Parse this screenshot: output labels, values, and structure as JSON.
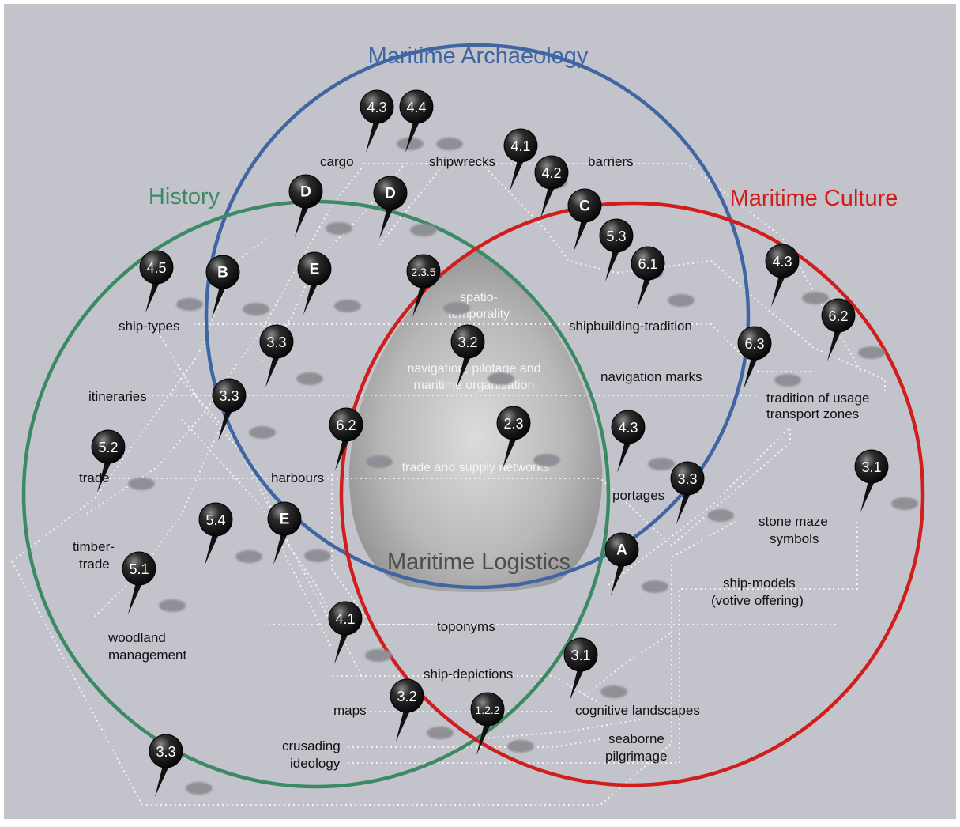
{
  "titles": {
    "archaeology": "Maritime Archaeology",
    "history": "History",
    "culture": "Maritime Culture",
    "logistics": "Maritime Logistics"
  },
  "colors": {
    "background": "#c3c4cb",
    "archaeology": "#3f66a3",
    "history": "#3b8a63",
    "culture": "#cf1e1c",
    "logistics_text": "#4d4d4d"
  },
  "labels": {
    "cargo": "cargo",
    "shipwrecks": "shipwrecks",
    "barriers": "barriers",
    "ship_types": "ship-types",
    "shipbuilding_tradition": "shipbuilding-tradition",
    "navigation_marks": "navigation marks",
    "itineraries": "itineraries",
    "tradition_of_usage": "tradition of usage",
    "transport_zones": "transport zones",
    "trade": "trade",
    "harbours": "harbours",
    "portages": "portages",
    "stone_maze": "stone maze",
    "symbols": "symbols",
    "timber": "timber-",
    "timber_trade": "trade",
    "ship_models": "ship-models",
    "votive_offering": "(votive offering)",
    "woodland": "woodland",
    "management": "management",
    "toponyms": "toponyms",
    "ship_depictions": "ship-depictions",
    "maps": "maps",
    "cognitive_landscapes": "cognitive landscapes",
    "crusading": "crusading",
    "ideology": "ideology",
    "seaborne": "seaborne",
    "pilgrimage": "pilgrimage"
  },
  "center_labels": {
    "spatio": "spatio-",
    "temporality": "temporality",
    "navigation": "navigation, pilotage and",
    "organisation": "maritime organisation",
    "trade_supply": "trade and supply networks"
  },
  "pins": [
    {
      "id": "pin-4-3-top",
      "label": "4.3"
    },
    {
      "id": "pin-4-4",
      "label": "4.4"
    },
    {
      "id": "pin-4-1-top",
      "label": "4.1"
    },
    {
      "id": "pin-4-2",
      "label": "4.2"
    },
    {
      "id": "pin-d-left",
      "label": "D"
    },
    {
      "id": "pin-d-right",
      "label": "D"
    },
    {
      "id": "pin-c",
      "label": "C"
    },
    {
      "id": "pin-5-3",
      "label": "5.3"
    },
    {
      "id": "pin-6-1",
      "label": "6.1"
    },
    {
      "id": "pin-4-3-right",
      "label": "4.3"
    },
    {
      "id": "pin-6-2-right",
      "label": "6.2"
    },
    {
      "id": "pin-4-5",
      "label": "4.5"
    },
    {
      "id": "pin-b",
      "label": "B"
    },
    {
      "id": "pin-e-top",
      "label": "E"
    },
    {
      "id": "pin-2-3-5",
      "label": "2.3.5"
    },
    {
      "id": "pin-3-3-a",
      "label": "3.3"
    },
    {
      "id": "pin-3-2-center",
      "label": "3.2"
    },
    {
      "id": "pin-6-3",
      "label": "6.3"
    },
    {
      "id": "pin-3-3-b",
      "label": "3.3"
    },
    {
      "id": "pin-6-2-center",
      "label": "6.2"
    },
    {
      "id": "pin-2-3",
      "label": "2.3"
    },
    {
      "id": "pin-4-3-mid",
      "label": "4.3"
    },
    {
      "id": "pin-5-2",
      "label": "5.2"
    },
    {
      "id": "pin-3-3-c",
      "label": "3.3"
    },
    {
      "id": "pin-3-1-right",
      "label": "3.1"
    },
    {
      "id": "pin-5-4",
      "label": "5.4"
    },
    {
      "id": "pin-e-bottom",
      "label": "E"
    },
    {
      "id": "pin-a",
      "label": "A"
    },
    {
      "id": "pin-5-1",
      "label": "5.1"
    },
    {
      "id": "pin-4-1-bottom",
      "label": "4.1"
    },
    {
      "id": "pin-3-1-bottom",
      "label": "3.1"
    },
    {
      "id": "pin-3-2-bottom",
      "label": "3.2"
    },
    {
      "id": "pin-1-2-2",
      "label": "1.2.2"
    },
    {
      "id": "pin-3-3-d",
      "label": "3.3"
    }
  ]
}
